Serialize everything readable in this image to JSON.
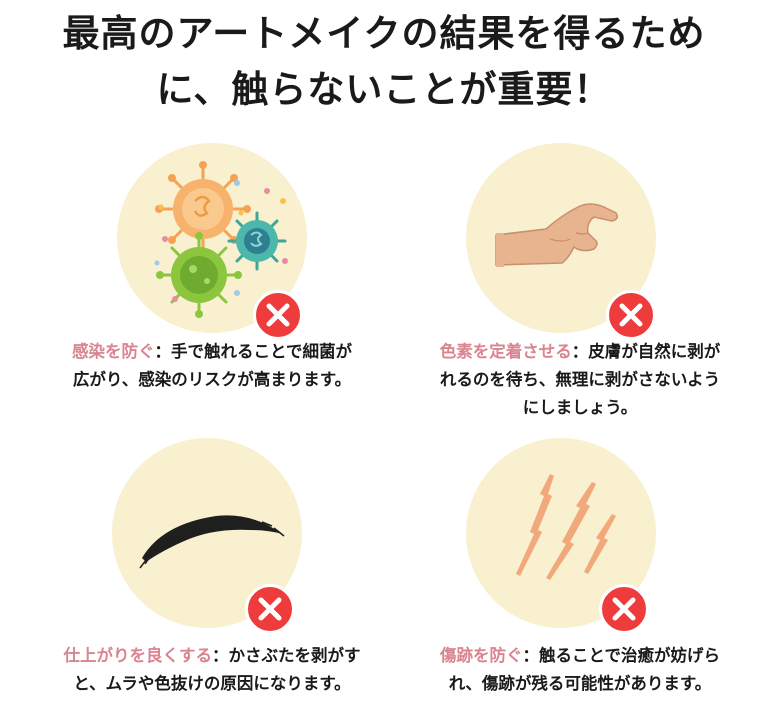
{
  "title": {
    "line1": "最高のアートメイクの結果を得るため",
    "line2": "に、触らないことが重要！"
  },
  "colors": {
    "circle_bg": "#f9f0d0",
    "x_badge": "#ee3b3b",
    "highlight": "#d9848f",
    "text": "#1a1a1a"
  },
  "cards": [
    {
      "icon": "virus-icon",
      "highlight": "感染を防ぐ",
      "line1_rest": "：手で触れることで細菌が",
      "line2": "広がり、感染のリスクが高まります。",
      "line3": ""
    },
    {
      "icon": "pinching-hand-icon",
      "highlight": "色素を定着させる",
      "line1_rest": "：皮膚が自然に剥が",
      "line2": "れるのを待ち、無理に剥がさないよう",
      "line3": "にしましょう。"
    },
    {
      "icon": "eyebrow-icon",
      "highlight": "仕上がりを良くする",
      "line1_rest": "：かさぶたを剥がす",
      "line2": "と、ムラや色抜けの原因になります。",
      "line3": ""
    },
    {
      "icon": "scratch-wound-icon",
      "highlight": "傷跡を防ぐ",
      "line1_rest": "：触ることで治癒が妨げら",
      "line2": "れ、傷跡が残る可能性があります。",
      "line3": ""
    }
  ]
}
